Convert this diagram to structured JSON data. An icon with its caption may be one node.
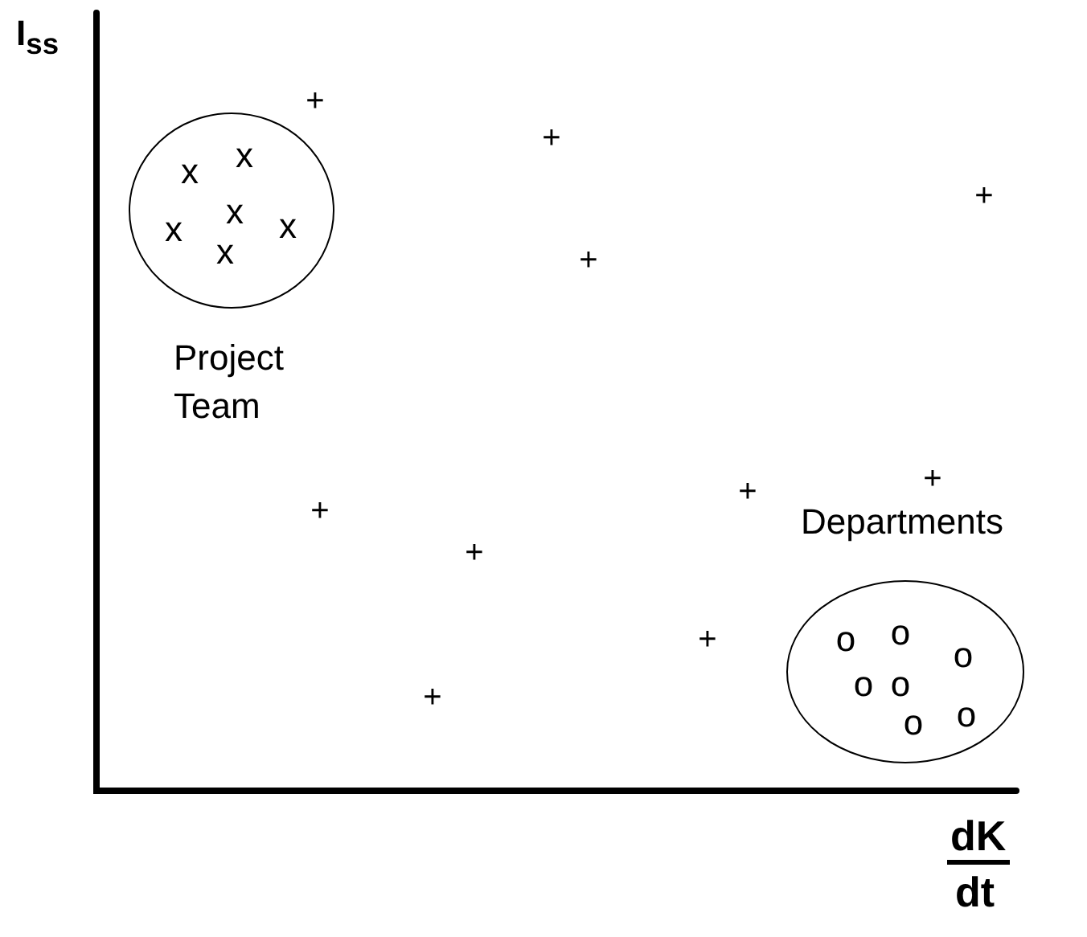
{
  "diagram": {
    "nodes": [
      {
        "text": [
          "x",
          "x",
          "x",
          "x",
          "x",
          "x"
        ],
        "beside": [
          "Project Team"
        ]
      },
      {
        "text": [
          "o",
          "o",
          "o",
          "o",
          "o",
          "o",
          "o"
        ],
        "beside": [
          "Departments"
        ]
      }
    ],
    "labels": [
      "I$_{ss}$",
      "+",
      "+",
      "+",
      "+",
      "+",
      "+",
      "+",
      "+",
      "+",
      "+",
      "dK",
      "dt"
    ]
  }
}
